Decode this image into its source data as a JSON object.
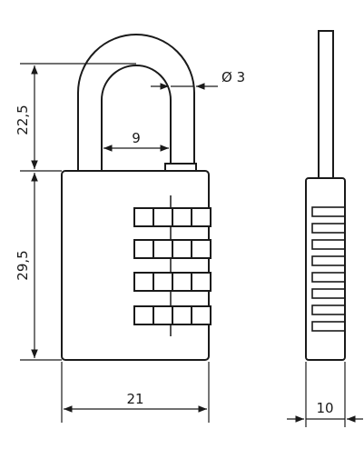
{
  "drawing": {
    "stroke_color": "#1a1a1a",
    "background": "#ffffff",
    "front_view": {
      "dimensions": {
        "shackle_height": "22,5",
        "body_height": "29,5",
        "shackle_inner_width": "9",
        "shackle_diameter": "Ø 3",
        "body_width": "21"
      },
      "dial_count": 4
    },
    "side_view": {
      "dimensions": {
        "body_depth": "10"
      },
      "dial_segments": 8
    }
  }
}
